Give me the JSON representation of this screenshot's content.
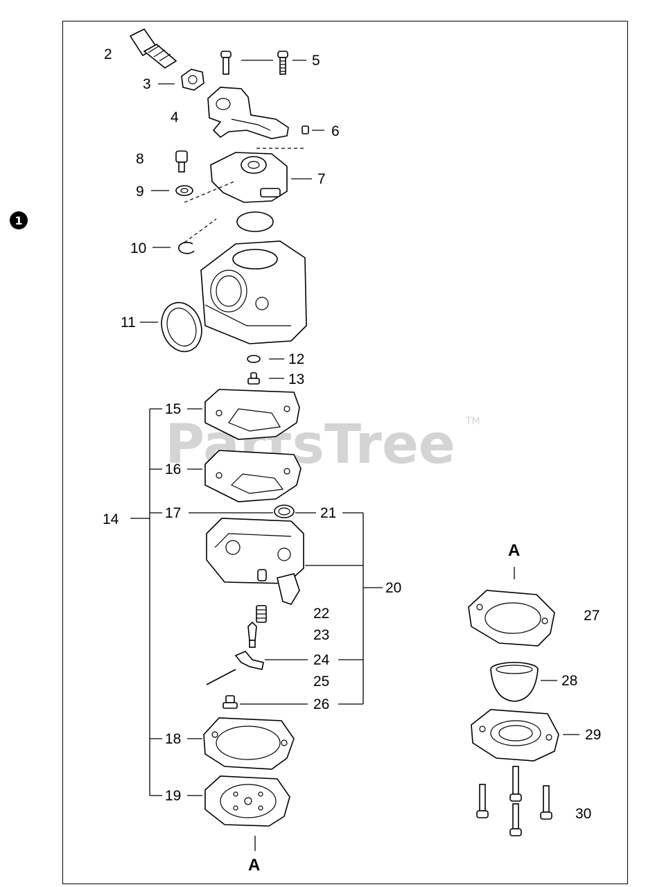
{
  "marker": "1",
  "watermark": {
    "text": "PartsTree",
    "trademark": "TM"
  },
  "reference_letter": "A",
  "labels": {
    "p2": "2",
    "p3": "3",
    "p4": "4",
    "p5": "5",
    "p6": "6",
    "p7": "7",
    "p8": "8",
    "p9": "9",
    "p10": "10",
    "p11": "11",
    "p12": "12",
    "p13": "13",
    "p14": "14",
    "p15": "15",
    "p16": "16",
    "p17": "17",
    "p18": "18",
    "p19": "19",
    "p20": "20",
    "p21": "21",
    "p22": "22",
    "p23": "23",
    "p24": "24",
    "p25": "25",
    "p26": "26",
    "p27": "27",
    "p28": "28",
    "p29": "29",
    "p30": "30"
  },
  "colors": {
    "line": "#000000",
    "watermark": "#d4d4d4",
    "background": "#ffffff"
  }
}
